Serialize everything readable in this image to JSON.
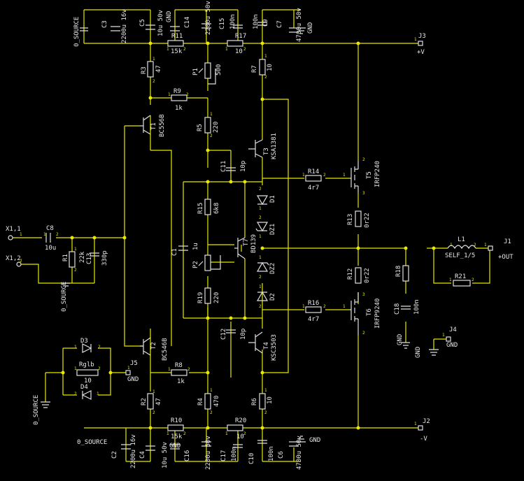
{
  "labels": [
    {
      "id": "src_top",
      "text": "0_SOURCE"
    },
    {
      "id": "c3_ref",
      "text": "C3"
    },
    {
      "id": "c3_val",
      "text": "2200u 16v"
    },
    {
      "id": "c5_ref",
      "text": "C5"
    },
    {
      "id": "c5_val",
      "text": "10u 50v"
    },
    {
      "id": "gnd_t1",
      "text": "GND"
    },
    {
      "id": "c14_ref",
      "text": "C14"
    },
    {
      "id": "c14_val",
      "text": "2200u 50v"
    },
    {
      "id": "c15_ref",
      "text": "C15"
    },
    {
      "id": "c15_val",
      "text": "100n"
    },
    {
      "id": "c9_ref",
      "text": "C9"
    },
    {
      "id": "c9_val",
      "text": "100n"
    },
    {
      "id": "c7_ref",
      "text": "C7"
    },
    {
      "id": "c7_val",
      "text": "4700u 50v"
    },
    {
      "id": "gnd_t2",
      "text": "GND"
    },
    {
      "id": "r11_ref",
      "text": "R11"
    },
    {
      "id": "r11_val",
      "text": "15k"
    },
    {
      "id": "r17_ref",
      "text": "R17"
    },
    {
      "id": "r17_val",
      "text": "10"
    },
    {
      "id": "j3_ref",
      "text": "J3"
    },
    {
      "id": "j3_val",
      "text": "+V"
    },
    {
      "id": "r3_ref",
      "text": "R3"
    },
    {
      "id": "r3_val",
      "text": "47"
    },
    {
      "id": "p1_ref",
      "text": "P1"
    },
    {
      "id": "p1_val",
      "text": "500"
    },
    {
      "id": "r7_ref",
      "text": "R7"
    },
    {
      "id": "r7_val",
      "text": "10"
    },
    {
      "id": "r9_ref",
      "text": "R9"
    },
    {
      "id": "r9_val",
      "text": "1k"
    },
    {
      "id": "t1_ref",
      "text": "T1"
    },
    {
      "id": "t1_val",
      "text": "BC556B"
    },
    {
      "id": "r5_ref",
      "text": "R5"
    },
    {
      "id": "r5_val",
      "text": "220"
    },
    {
      "id": "t3_ref",
      "text": "T3"
    },
    {
      "id": "t3_val",
      "text": "KSA1381"
    },
    {
      "id": "c11_ref",
      "text": "C11"
    },
    {
      "id": "c11_val",
      "text": "10p"
    },
    {
      "id": "r14_ref",
      "text": "R14"
    },
    {
      "id": "r14_val",
      "text": "4r7"
    },
    {
      "id": "t5_ref",
      "text": "T5"
    },
    {
      "id": "t5_val",
      "text": "IRFP240"
    },
    {
      "id": "r15_ref",
      "text": "R15"
    },
    {
      "id": "r15_val",
      "text": "6k8"
    },
    {
      "id": "d1_ref",
      "text": "D1"
    },
    {
      "id": "r13_ref",
      "text": "R13"
    },
    {
      "id": "r13_val",
      "text": "0r22"
    },
    {
      "id": "x11",
      "text": "X1,1"
    },
    {
      "id": "c8_ref",
      "text": "C8"
    },
    {
      "id": "c8_val",
      "text": "10u"
    },
    {
      "id": "dz1_ref",
      "text": "DZ1"
    },
    {
      "id": "l1_ref",
      "text": "L1"
    },
    {
      "id": "l1_val",
      "text": "SELF_1/5"
    },
    {
      "id": "j1_ref",
      "text": "J1"
    },
    {
      "id": "j1_val",
      "text": "+OUT"
    },
    {
      "id": "r1_ref",
      "text": "R1"
    },
    {
      "id": "r1_val",
      "text": "22k"
    },
    {
      "id": "c13_ref",
      "text": "C13"
    },
    {
      "id": "c13_val",
      "text": "330p"
    },
    {
      "id": "c1_ref",
      "text": "C1"
    },
    {
      "id": "c1_val",
      "text": "1u"
    },
    {
      "id": "t7_ref",
      "text": "T7"
    },
    {
      "id": "t7_val",
      "text": "BD139"
    },
    {
      "id": "x12",
      "text": "X1,2"
    },
    {
      "id": "p2_ref",
      "text": "P2"
    },
    {
      "id": "dz2_ref",
      "text": "DZ2"
    },
    {
      "id": "r12_ref",
      "text": "R12"
    },
    {
      "id": "r12_val",
      "text": "0r22"
    },
    {
      "id": "r18_ref",
      "text": "R18"
    },
    {
      "id": "r21_ref",
      "text": "R21"
    },
    {
      "id": "src_mid",
      "text": "0_SOURCE"
    },
    {
      "id": "r19_ref",
      "text": "R19"
    },
    {
      "id": "r19_val",
      "text": "220"
    },
    {
      "id": "d2_ref",
      "text": "D2"
    },
    {
      "id": "c18_ref",
      "text": "C18"
    },
    {
      "id": "c18_val",
      "text": "100n"
    },
    {
      "id": "r16_ref",
      "text": "R16"
    },
    {
      "id": "r16_val",
      "text": "4r7"
    },
    {
      "id": "c12_ref",
      "text": "C12"
    },
    {
      "id": "c12_val",
      "text": "10p"
    },
    {
      "id": "t6_ref",
      "text": "T6"
    },
    {
      "id": "t6_val",
      "text": "IRFP9240"
    },
    {
      "id": "j4_ref",
      "text": "J4"
    },
    {
      "id": "j4_val",
      "text": "GND"
    },
    {
      "id": "gnd_c18",
      "text": "GND"
    },
    {
      "id": "gnd_r2",
      "text": "GND"
    },
    {
      "id": "d3_ref",
      "text": "D3"
    },
    {
      "id": "t2_ref",
      "text": "T2"
    },
    {
      "id": "t2_val",
      "text": "BC546B"
    },
    {
      "id": "t4_ref",
      "text": "T4"
    },
    {
      "id": "t4_val",
      "text": "KSC3503"
    },
    {
      "id": "rglb_ref",
      "text": "Rglb"
    },
    {
      "id": "rglb_val",
      "text": "10"
    },
    {
      "id": "j5_ref",
      "text": "J5"
    },
    {
      "id": "j5_val",
      "text": "GND"
    },
    {
      "id": "d4_ref",
      "text": "D4"
    },
    {
      "id": "r8_ref",
      "text": "R8"
    },
    {
      "id": "r8_val",
      "text": "1k"
    },
    {
      "id": "src_left",
      "text": "0_SOURCE"
    },
    {
      "id": "r2_ref",
      "text": "R2"
    },
    {
      "id": "r2_val",
      "text": "47"
    },
    {
      "id": "r4_ref",
      "text": "R4"
    },
    {
      "id": "r4_val",
      "text": "470"
    },
    {
      "id": "r6_ref",
      "text": "R6"
    },
    {
      "id": "r6_val",
      "text": "10"
    },
    {
      "id": "r10_ref",
      "text": "R10"
    },
    {
      "id": "r10_val",
      "text": "15k"
    },
    {
      "id": "r20_ref",
      "text": "R20"
    },
    {
      "id": "r20_val",
      "text": "10"
    },
    {
      "id": "j2_ref",
      "text": "J2"
    },
    {
      "id": "j2_val",
      "text": "-V"
    },
    {
      "id": "src_bot",
      "text": "0_SOURCE"
    },
    {
      "id": "c2_ref",
      "text": "C2"
    },
    {
      "id": "c2_val",
      "text": "2200u 16v"
    },
    {
      "id": "c4_ref",
      "text": "C4"
    },
    {
      "id": "c4_val",
      "text": "10u 50v"
    },
    {
      "id": "gnd_b1",
      "text": "GND"
    },
    {
      "id": "c16_ref",
      "text": "C16"
    },
    {
      "id": "c16_val",
      "text": "2200u 50v"
    },
    {
      "id": "c17_ref",
      "text": "C17"
    },
    {
      "id": "c17_val",
      "text": "100n"
    },
    {
      "id": "c10_ref",
      "text": "C10"
    },
    {
      "id": "c10_val",
      "text": "100n"
    },
    {
      "id": "c6_ref",
      "text": "C6"
    },
    {
      "id": "c6_val",
      "text": "4700u 50v"
    },
    {
      "id": "gnd_b2",
      "text": "GND"
    }
  ]
}
